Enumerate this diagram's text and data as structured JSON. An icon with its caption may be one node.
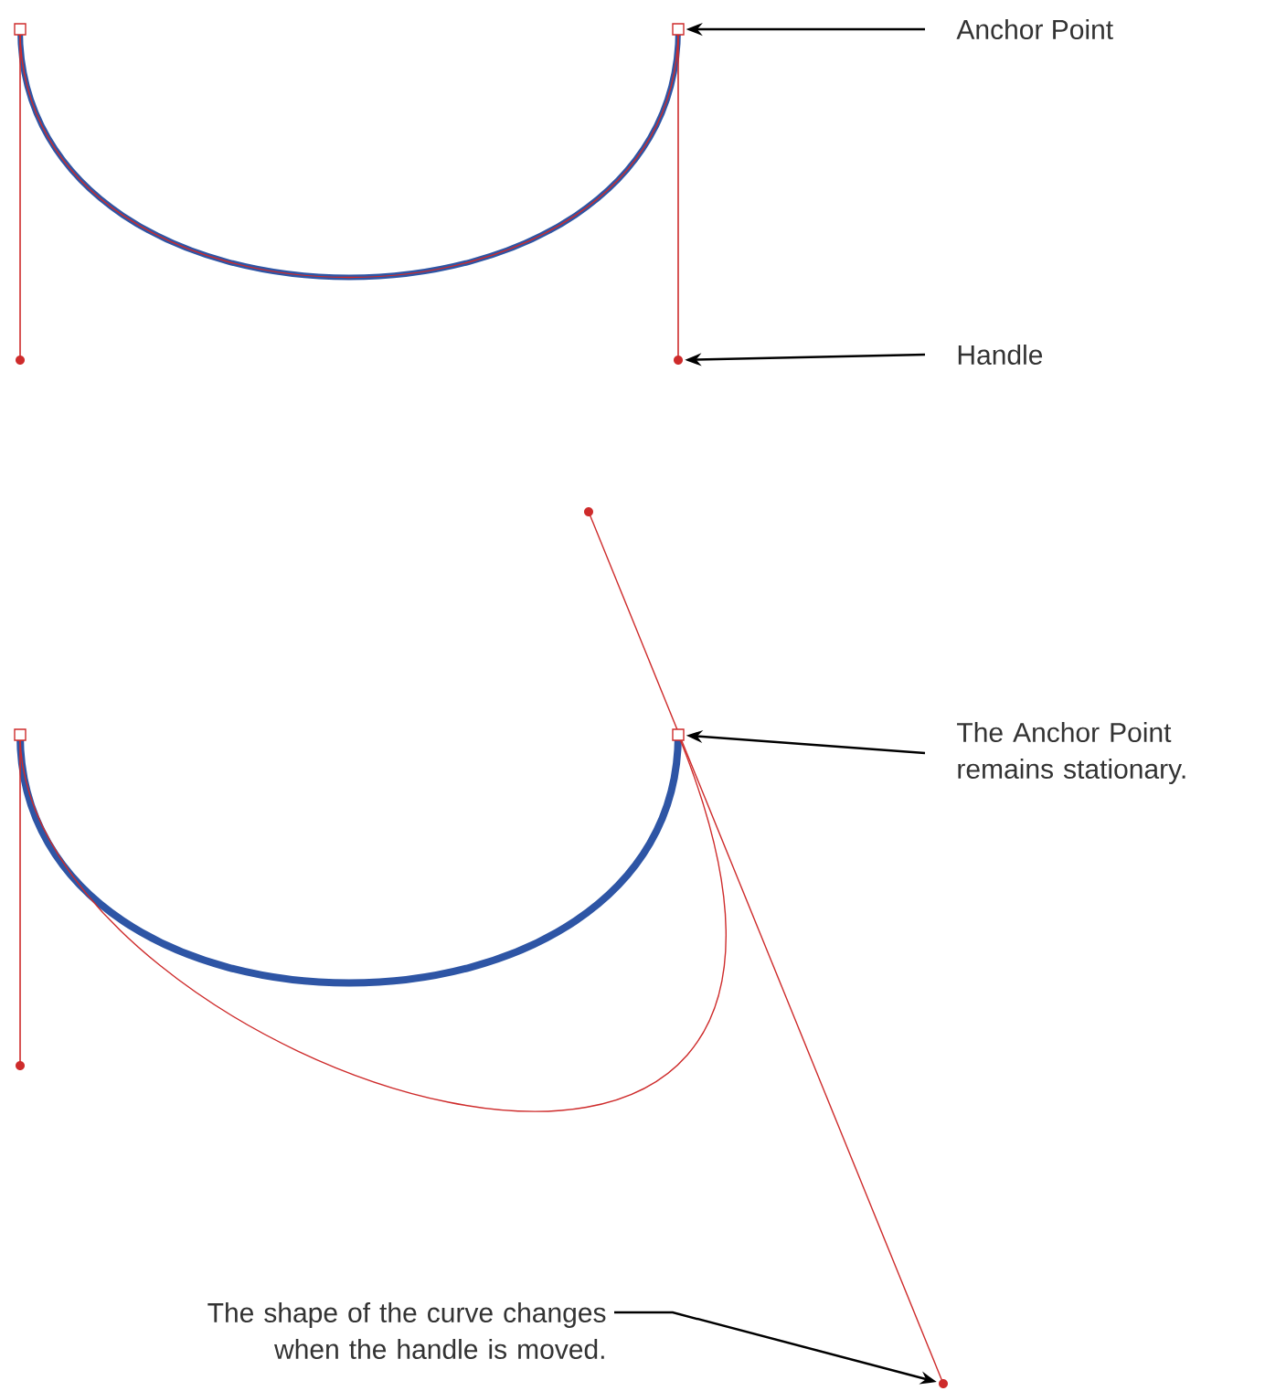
{
  "diagram": {
    "nodes": [
      {
        "text": [
          "Anchor Point"
        ]
      },
      {
        "text": [],
        "shape": "box"
      },
      {
        "text": [
          "Handle"
        ]
      },
      {
        "text": [],
        "shape": "circle"
      },
      {
        "text": [
          "The Anchor Point remains stationary."
        ]
      },
      {
        "text": [],
        "shape": "box"
      },
      {
        "text": [
          "The shape of the curve changes when the handle is moved."
        ]
      },
      {
        "text": [],
        "shape": "circle"
      }
    ],
    "edges": [
      {
        "from": 0,
        "to": 1,
        "arrow": "to"
      },
      {
        "from": 2,
        "to": 3,
        "arrow": "to"
      },
      {
        "from": 4,
        "to": 5,
        "arrow": "to"
      },
      {
        "from": 6,
        "to": 7,
        "arrow": "to"
      }
    ]
  }
}
